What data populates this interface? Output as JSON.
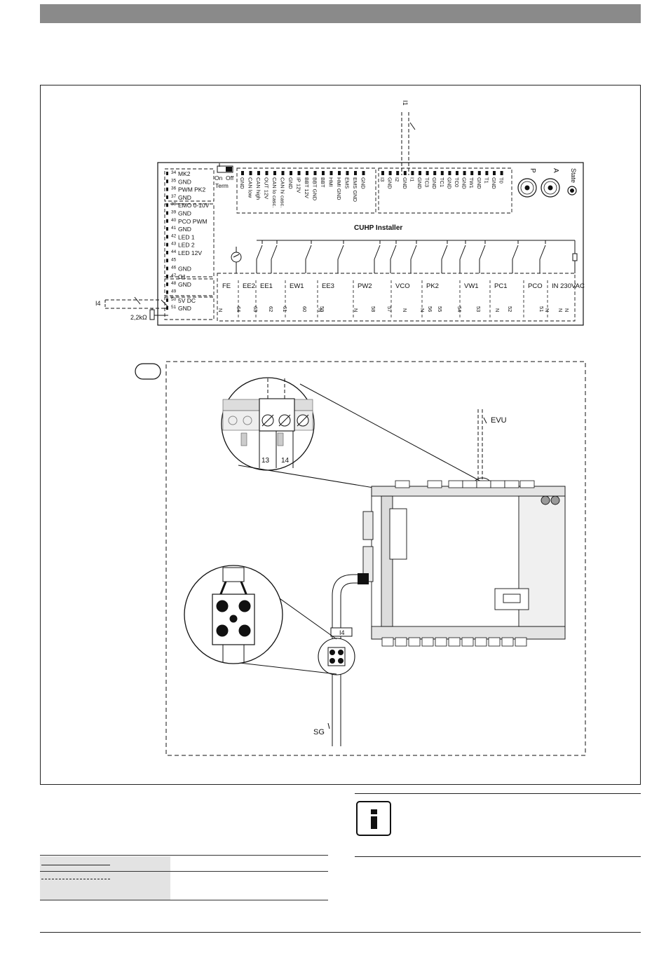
{
  "page": {
    "header_color": "#8a8a8a"
  },
  "diagram": {
    "board_title": "CUHP Installer",
    "switch_labels": {
      "on": "On",
      "off": "Off",
      "term": "Term"
    },
    "dial_labels": {
      "p": "P",
      "a": "A",
      "state": "State"
    },
    "left_terminals": [
      {
        "num": "34",
        "label": "MK2"
      },
      {
        "num": "35",
        "label": "GND"
      },
      {
        "num": "36",
        "label": "PWM PK2"
      },
      {
        "num": "37",
        "label": "GND"
      },
      {
        "num": "38",
        "label": "EMO 0-10V"
      },
      {
        "num": "39",
        "label": "GND"
      },
      {
        "num": "40",
        "label": "PCO PWM"
      },
      {
        "num": "41",
        "label": "GND"
      },
      {
        "num": "42",
        "label": "LED 1"
      },
      {
        "num": "43",
        "label": "LED 2"
      },
      {
        "num": "44",
        "label": "LED 12V"
      },
      {
        "num": "45",
        "label": ""
      },
      {
        "num": "46",
        "label": "GND"
      },
      {
        "num": "47",
        "label": "O1"
      },
      {
        "num": "48",
        "label": "GND"
      },
      {
        "num": "49",
        "label": ""
      },
      {
        "num": "50",
        "label": "5V DC"
      },
      {
        "num": "51",
        "label": "GND"
      }
    ],
    "top_terminals_left": [
      "GND",
      "CAN low",
      "CAN high",
      "OUT 12V",
      "CAN lo casc.",
      "CAN hi casc.",
      "GND",
      "IP 12V",
      "BBT 12V",
      "BBT GND",
      "BBT",
      "HMI",
      "HMI GND",
      "EMS",
      "EMS GND",
      "GND"
    ],
    "top_terminals_right": [
      "I3",
      "GND",
      "I2",
      "GND",
      "I1",
      "GND",
      "TC3",
      "GND",
      "TC1",
      "GND",
      "TC0",
      "GND",
      "TW1",
      "GND",
      "T1",
      "GND",
      "T0"
    ],
    "bottom_groups": [
      "FE",
      "EE2",
      "EE1",
      "EW1",
      "EE3",
      "PW2",
      "VCO",
      "PK2",
      "VW1",
      "PC1",
      "PCO",
      "IN 230VAC"
    ],
    "bottom_numbers": [
      "64",
      "63",
      "62",
      "61",
      "60",
      "59",
      "58",
      "57",
      "56",
      "55",
      "54",
      "53",
      "52",
      "51"
    ],
    "neutral_letter": "N",
    "i1_label": "I1",
    "i4_label": "I4",
    "resistor_label": "2,2kΩ",
    "evu_label": "EVU",
    "sg_label": "SG",
    "zoom_terminal_a": "13",
    "zoom_terminal_b": "14"
  }
}
